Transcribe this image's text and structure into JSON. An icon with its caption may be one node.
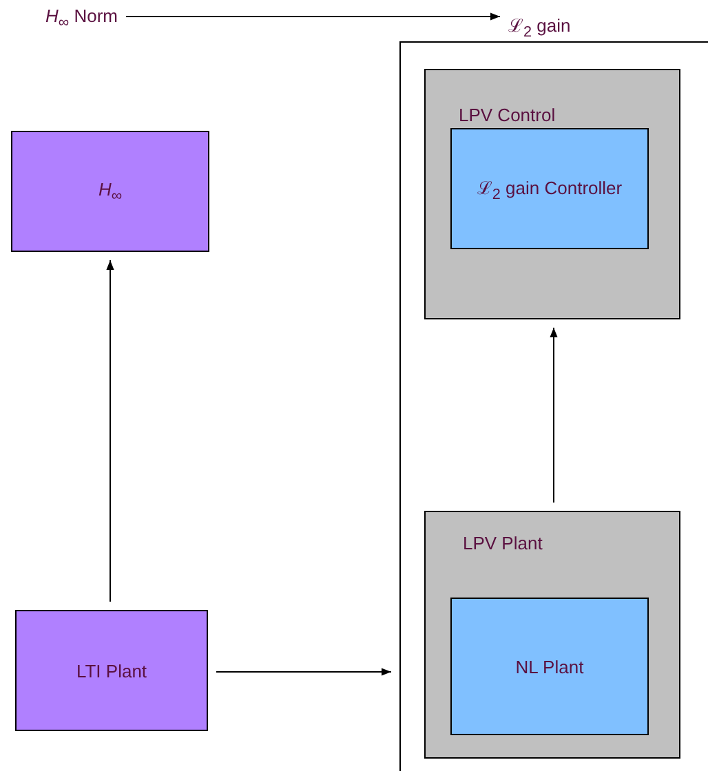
{
  "diagram": {
    "nodes": [
      {
        "text": [
          "*H*$_{∞}$ Norm"
        ]
      },
      {
        "text": [
          "ℒ$_{2}$ gain"
        ]
      },
      {
        "text": [
          "LPV Control"
        ],
        "in": 1
      },
      {
        "text": [
          "ℒ$_{2}$ gain Controller"
        ],
        "in": 2
      },
      {
        "text": [
          "*H*$_{∞}$"
        ]
      },
      {
        "text": [
          "LPV Plant"
        ],
        "in": 1
      },
      {
        "text": [
          "NL Plant"
        ],
        "in": 5
      },
      {
        "text": [
          "LTI Plant"
        ]
      }
    ],
    "edges": [
      {
        "from": 0,
        "to": 1,
        "arrow": "to"
      },
      {
        "from": 7,
        "to": 4,
        "arrow": "to"
      },
      {
        "from": 7,
        "to": 1,
        "arrow": "to"
      },
      {
        "from": 5,
        "to": 2,
        "arrow": "to"
      }
    ]
  }
}
